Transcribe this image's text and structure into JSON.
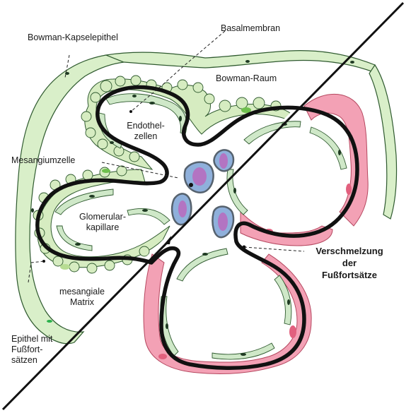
{
  "labels": {
    "bowman_capsule_epithelium": "Bowman-Kapselepithel",
    "basement_membrane": "Basalmembran",
    "bowman_space": "Bowman-Raum",
    "endothelial_cells_1": "Endothel-",
    "endothelial_cells_2": "zellen",
    "mesangial_cell": "Mesangiumzelle",
    "glomerular_capillary_1": "Glomerular-",
    "glomerular_capillary_2": "kapillare",
    "mesangial_matrix_1": "mesangiale",
    "mesangial_matrix_2": "Matrix",
    "epithelium_foot_1": "Epithel mit",
    "epithelium_foot_2": "Fußfort-",
    "epithelium_foot_3": "sätzen",
    "fusion_1": "Verschmelzung",
    "fusion_2": "der",
    "fusion_3": "Fußfortsätze"
  },
  "colors": {
    "podocyte_green": "#d6ecc1",
    "cell_green": "#cfe8c8",
    "nucleus_dark": "#1f3a23",
    "nucleus_green": "#2bb24c",
    "podocyte_pink": "#f3a1b5",
    "pink_nucleus": "#e2607e",
    "mesangial_blue": "#8fb0db",
    "mesangial_purple": "#b374c2",
    "membrane": "#111111"
  }
}
